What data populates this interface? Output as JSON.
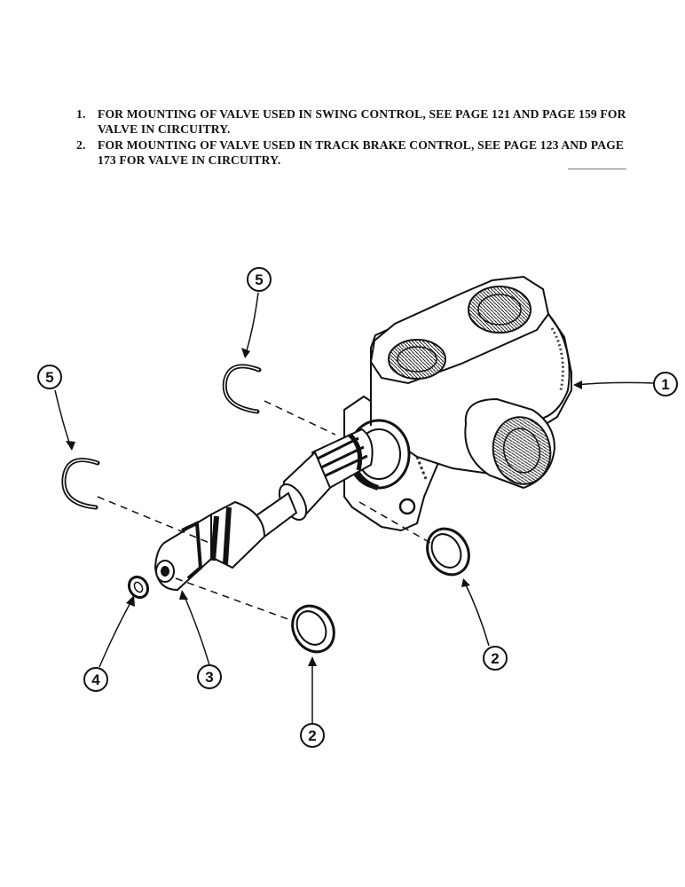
{
  "notes": [
    {
      "num": "1.",
      "text": "FOR MOUNTING OF VALVE USED IN SWING CONTROL, SEE PAGE 121 AND PAGE 159 FOR VALVE IN CIRCUITRY."
    },
    {
      "num": "2.",
      "text": "FOR MOUNTING OF VALVE USED IN TRACK BRAKE CONTROL, SEE PAGE 123 AND PAGE 173 FOR VALVE IN CIRCUITRY."
    }
  ],
  "callouts": {
    "c1": "1",
    "c2a": "2",
    "c2b": "2",
    "c3": "3",
    "c4": "4",
    "c5a": "5",
    "c5b": "5"
  }
}
